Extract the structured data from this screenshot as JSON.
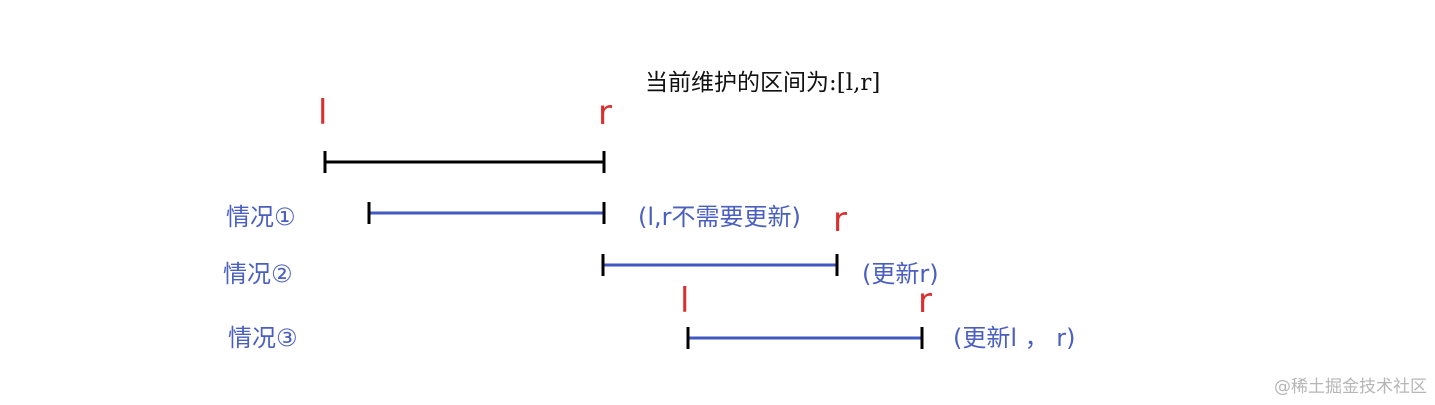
{
  "title": "当前维护的区间为:[l,r]",
  "reference": {
    "left_marker": "l",
    "right_marker": "r"
  },
  "cases": [
    {
      "label": "情况①",
      "note": "(l,r不需要更新)",
      "markers": []
    },
    {
      "label": "情况②",
      "note": "(更新r)",
      "markers": [
        "r"
      ]
    },
    {
      "label": "情况③",
      "note": "(更新l ， r)",
      "markers": [
        "l",
        "r"
      ]
    }
  ],
  "colors": {
    "reference_line": "#000000",
    "case_line": "#4059c2",
    "label_text": "#4a5fbf",
    "marker": "#d9302f"
  },
  "watermark": "@稀土掘金技术社区"
}
